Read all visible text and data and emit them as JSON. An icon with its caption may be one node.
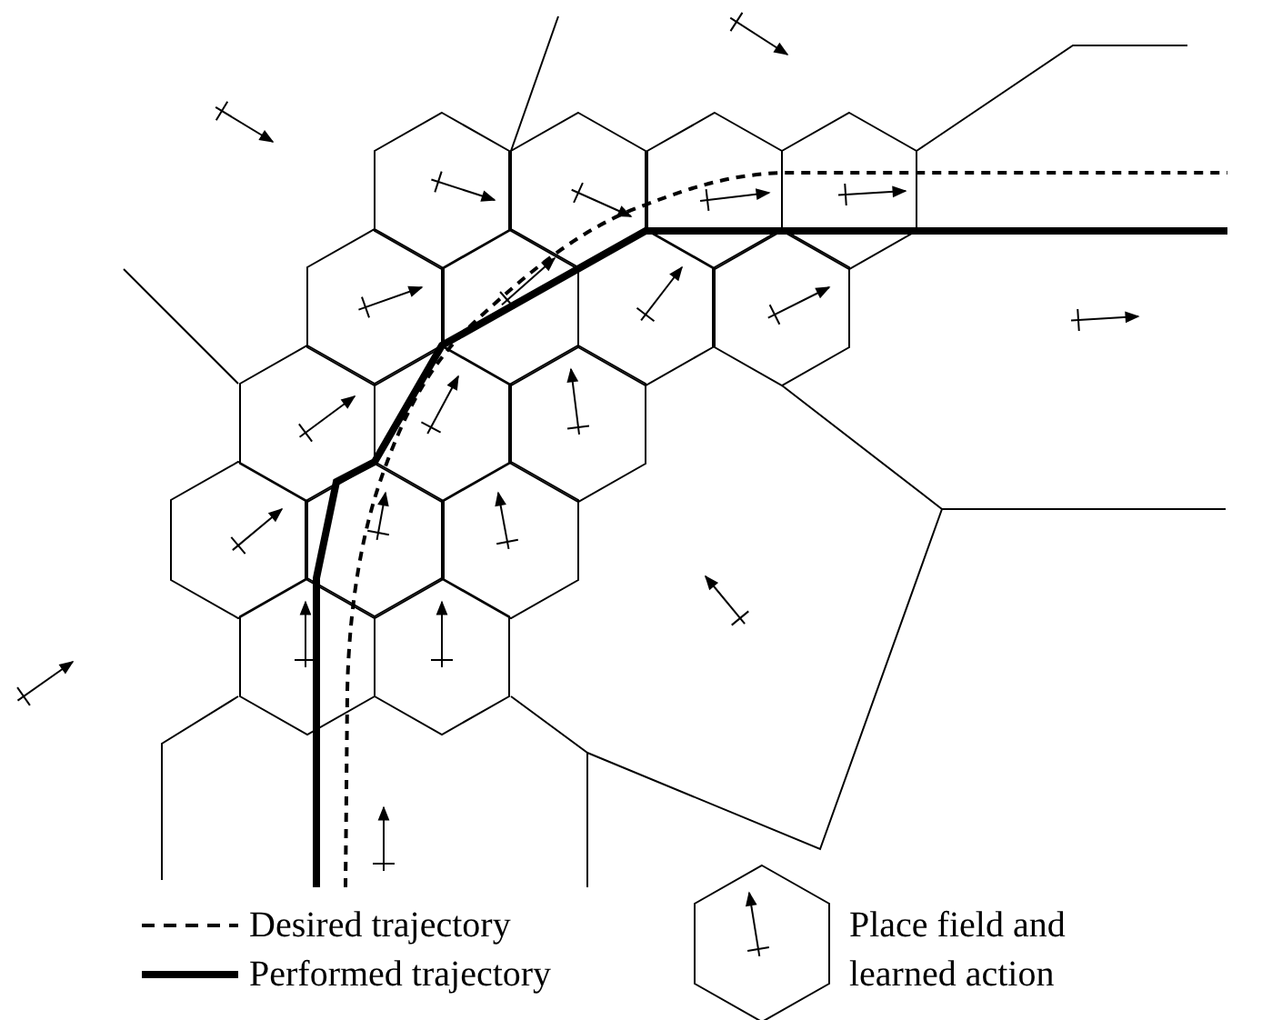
{
  "diagram": {
    "legend": [
      {
        "text": "Desired trajectory"
      },
      {
        "text": "Performed trajectory"
      },
      {
        "text": "Place field and learned action"
      }
    ]
  }
}
